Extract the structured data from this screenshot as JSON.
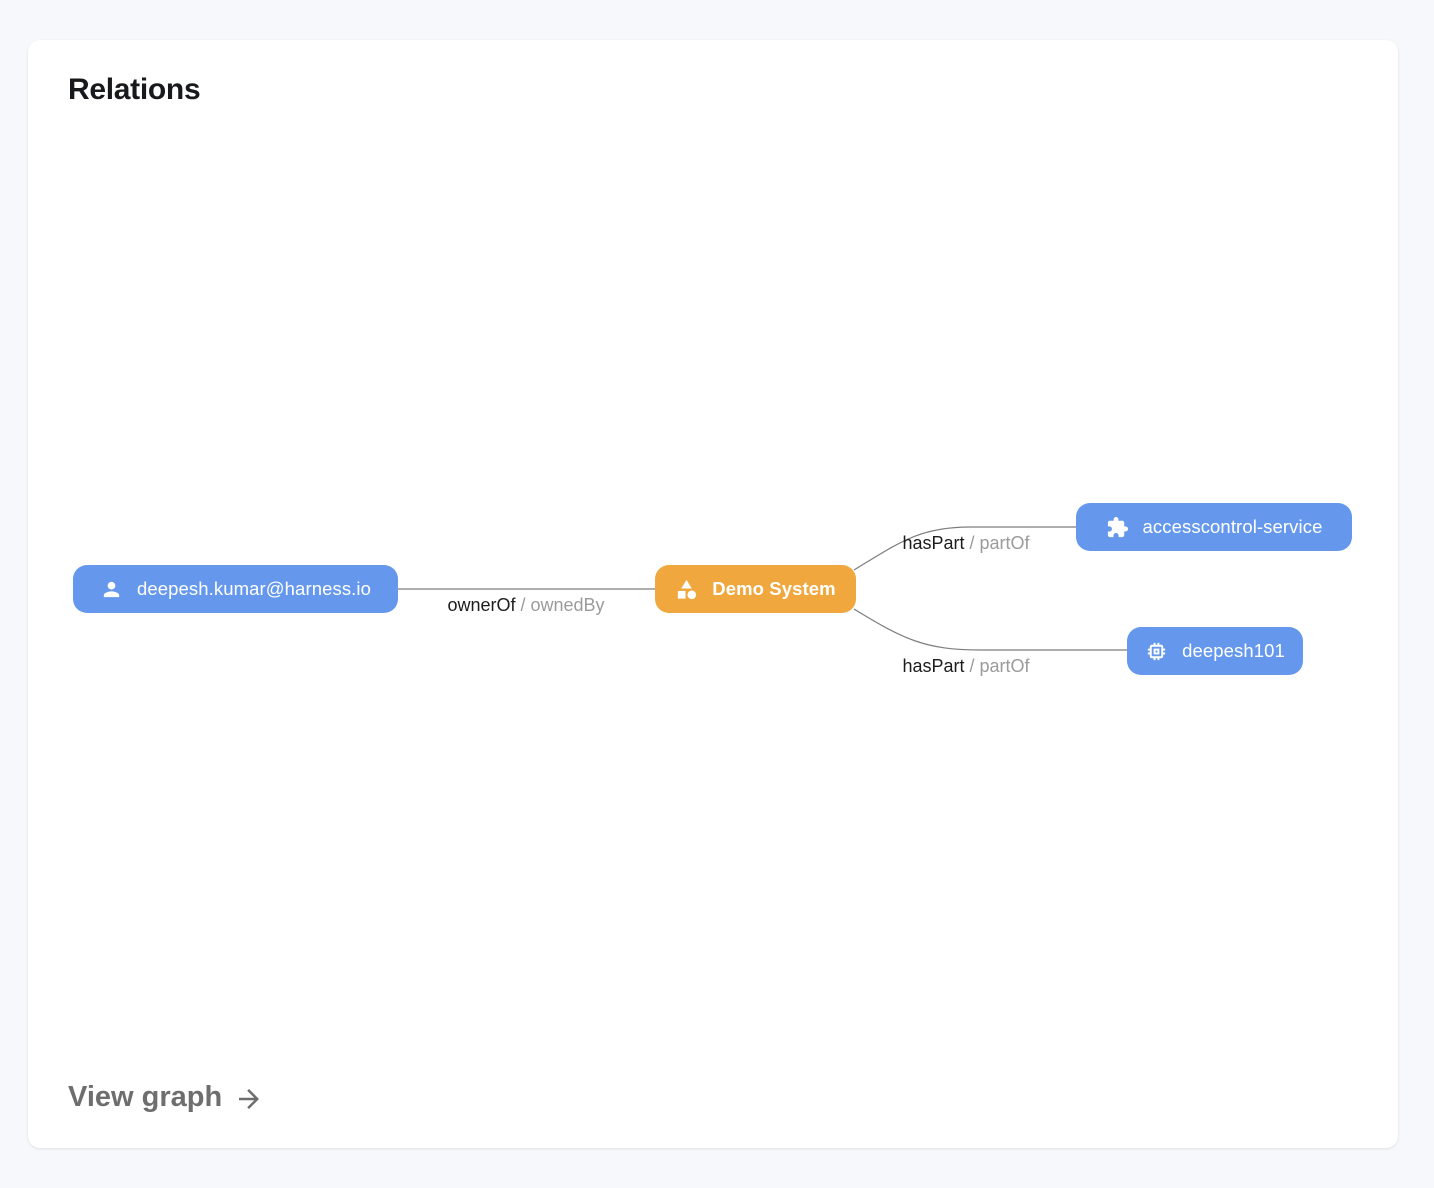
{
  "card": {
    "title": "Relations",
    "view_graph_label": "View graph"
  },
  "colors": {
    "node_blue": "#6598ed",
    "node_orange": "#efa73e",
    "edge_line": "#7d7d7d",
    "edge_label_primary": "#1c1c1c",
    "edge_label_secondary": "#9b9b9b",
    "page_background": "#f6f8fb",
    "card_background": "#ffffff"
  },
  "nodes": [
    {
      "label": "deepesh.kumar@harness.io",
      "icon": "person-icon",
      "color": "blue"
    },
    {
      "label": "Demo System",
      "icon": "category-icon",
      "color": "orange"
    },
    {
      "label": "accesscontrol-service",
      "icon": "extension-icon",
      "color": "blue"
    },
    {
      "label": "deepesh101",
      "icon": "memory-icon",
      "color": "blue"
    }
  ],
  "edges": [
    {
      "primary": "ownerOf",
      "separator": "/",
      "secondary": "ownedBy"
    },
    {
      "primary": "hasPart",
      "separator": "/",
      "secondary": "partOf"
    },
    {
      "primary": "hasPart",
      "separator": "/",
      "secondary": "partOf"
    }
  ]
}
